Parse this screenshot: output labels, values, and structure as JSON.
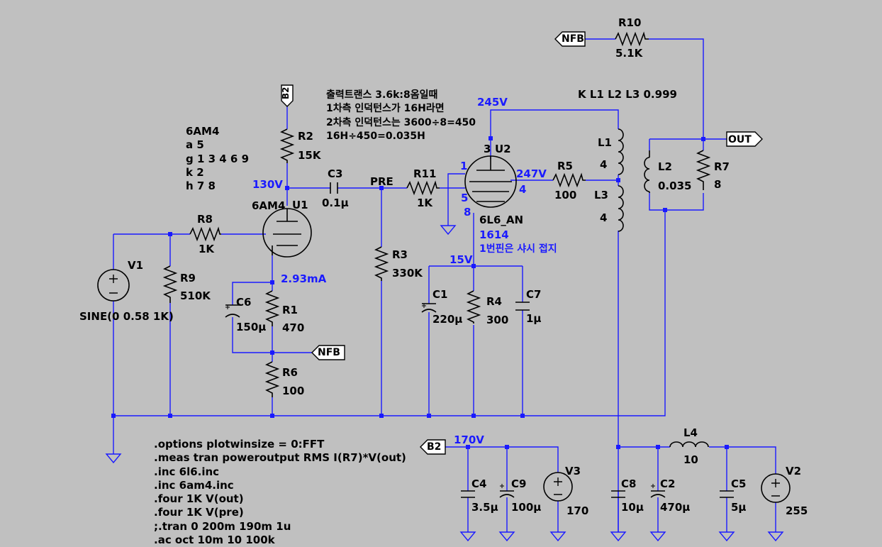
{
  "colors": {
    "background": "#c0c0c0",
    "wire": "#1a1aff",
    "component": "#000000",
    "annotation": "#1a1aff"
  },
  "flags": {
    "b2": "B2",
    "nfb": "NFB",
    "out": "OUT"
  },
  "nodes": {
    "u1_anode": "130V",
    "pre": "PRE",
    "u1_cathode_current": "2.93mA",
    "u2_anode": "245V",
    "u2_screen": "247V",
    "u2_cathode": "15V",
    "b2": "170V"
  },
  "tube_model": [
    "6AM4",
    "a 5",
    "g 1 3 4 6 9",
    "k 2",
    "h 7 8"
  ],
  "notes": [
    "출력트랜스 3.6k:8옴일때",
    "1차측 인덕턴스가 16H라면",
    "2차측 인덕턴스는 3600÷8=450",
    "16H÷450=0.035H"
  ],
  "components": {
    "v1": {
      "name": "V1",
      "value": "SINE(0 0.58 1K)"
    },
    "r8": {
      "name": "R8",
      "value": "1K"
    },
    "r9": {
      "name": "R9",
      "value": "510K"
    },
    "r2": {
      "name": "R2",
      "value": "15K"
    },
    "c3": {
      "name": "C3",
      "value": "0.1μ"
    },
    "r11": {
      "name": "R11",
      "value": "1K"
    },
    "r3": {
      "name": "R3",
      "value": "330K"
    },
    "u1": {
      "name": "U1",
      "type": "6AM4"
    },
    "c6": {
      "name": "C6",
      "value": "150μ"
    },
    "r1": {
      "name": "R1",
      "value": "470"
    },
    "r6": {
      "name": "R6",
      "value": "100"
    },
    "u2": {
      "name": "U2",
      "model": "6L6_AN",
      "part": "1614",
      "note": "1번핀은 샤시 접지",
      "pin1": "1",
      "pin3": "3",
      "pin4": "4",
      "pin5": "5",
      "pin8": "8"
    },
    "r5": {
      "name": "R5",
      "value": "100"
    },
    "l1": {
      "name": "L1",
      "value": "4"
    },
    "l3": {
      "name": "L3",
      "value": "4"
    },
    "l2": {
      "name": "L2",
      "value": "0.035"
    },
    "r7": {
      "name": "R7",
      "value": "8"
    },
    "r10": {
      "name": "R10",
      "value": "5.1K"
    },
    "c1": {
      "name": "C1",
      "value": "220μ"
    },
    "r4": {
      "name": "R4",
      "value": "300"
    },
    "c7": {
      "name": "C7",
      "value": "1μ"
    },
    "c4": {
      "name": "C4",
      "value": "3.5μ"
    },
    "c9": {
      "name": "C9",
      "value": "100μ"
    },
    "v3": {
      "name": "V3",
      "value": "170"
    },
    "c8": {
      "name": "C8",
      "value": "10μ"
    },
    "c2": {
      "name": "C2",
      "value": "470μ"
    },
    "l4": {
      "name": "L4",
      "value": "10"
    },
    "c5": {
      "name": "C5",
      "value": "5μ"
    },
    "v2": {
      "name": "V2",
      "value": "255"
    }
  },
  "directives": {
    "coupling": "K L1 L2 L3 0.999",
    "lines": [
      ".options plotwinsize = 0:FFT",
      ".meas tran poweroutput RMS I(R7)*V(out)",
      ".inc 6l6.inc",
      ".inc 6am4.inc",
      ".four 1K  V(out)",
      ".four 1K V(pre)",
      ";.tran 0 200m 190m 1u",
      ".ac oct 10m 10 100k"
    ]
  }
}
